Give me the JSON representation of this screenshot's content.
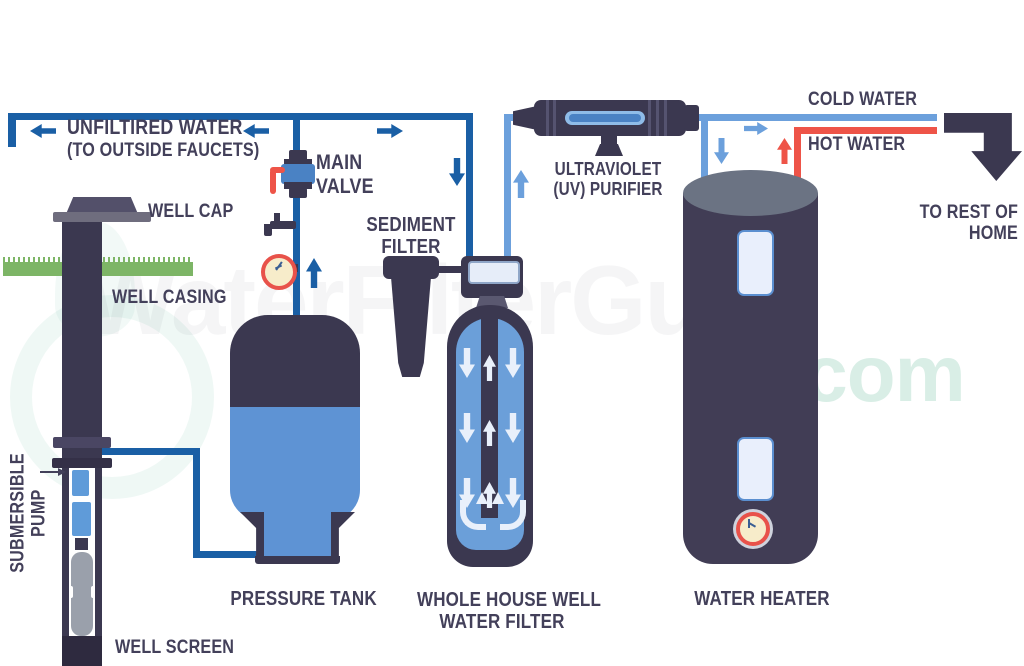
{
  "title": "Well water treatment system diagram",
  "watermark": {
    "main": "WaterFilterGuru",
    "suffix": ".com"
  },
  "labels": {
    "unfiltered_line1": "UNFILTIRED WATER",
    "unfiltered_line2": "(TO OUTSIDE FAUCETS)",
    "well_cap": "WELL CAP",
    "well_casing": "WELL CASING",
    "submersible_line1": "SUBMERSIBLE",
    "submersible_line2": "PUMP",
    "well_screen": "WELL SCREEN",
    "pressure_tank": "PRESSURE TANK",
    "main_valve_line1": "MAIN",
    "main_valve_line2": "VALVE",
    "sediment_line1": "SEDIMENT",
    "sediment_line2": "FILTER",
    "whole_house_line1": "WHOLE HOUSE WELL",
    "whole_house_line2": "WATER FILTER",
    "uv_line1": "ULTRAVIOLET",
    "uv_line2": "(UV) PURIFIER",
    "cold_water": "COLD WATER",
    "hot_water": "HOT WATER",
    "to_rest_line1": "TO REST OF",
    "to_rest_line2": "HOME",
    "water_heater": "WATER HEATER"
  },
  "colors": {
    "pipe_unfiltered": "#1a5fa5",
    "pipe_filtered_cold": "#6ca0dc",
    "pipe_hot": "#ee5448",
    "equipment_navy": "#3b3850",
    "label_text": "#43405a",
    "tank_water_blue": "#5e93d4",
    "filter_column_blue": "#6b9fd9",
    "arrow_white": "#e9f0fb",
    "grass_green": "#7db566",
    "heater_top_gray": "#6b7383",
    "gauge_face_cream": "#f7ecca",
    "gauge_ring_red": "#e8524a",
    "panel_light": "#e9effc"
  }
}
